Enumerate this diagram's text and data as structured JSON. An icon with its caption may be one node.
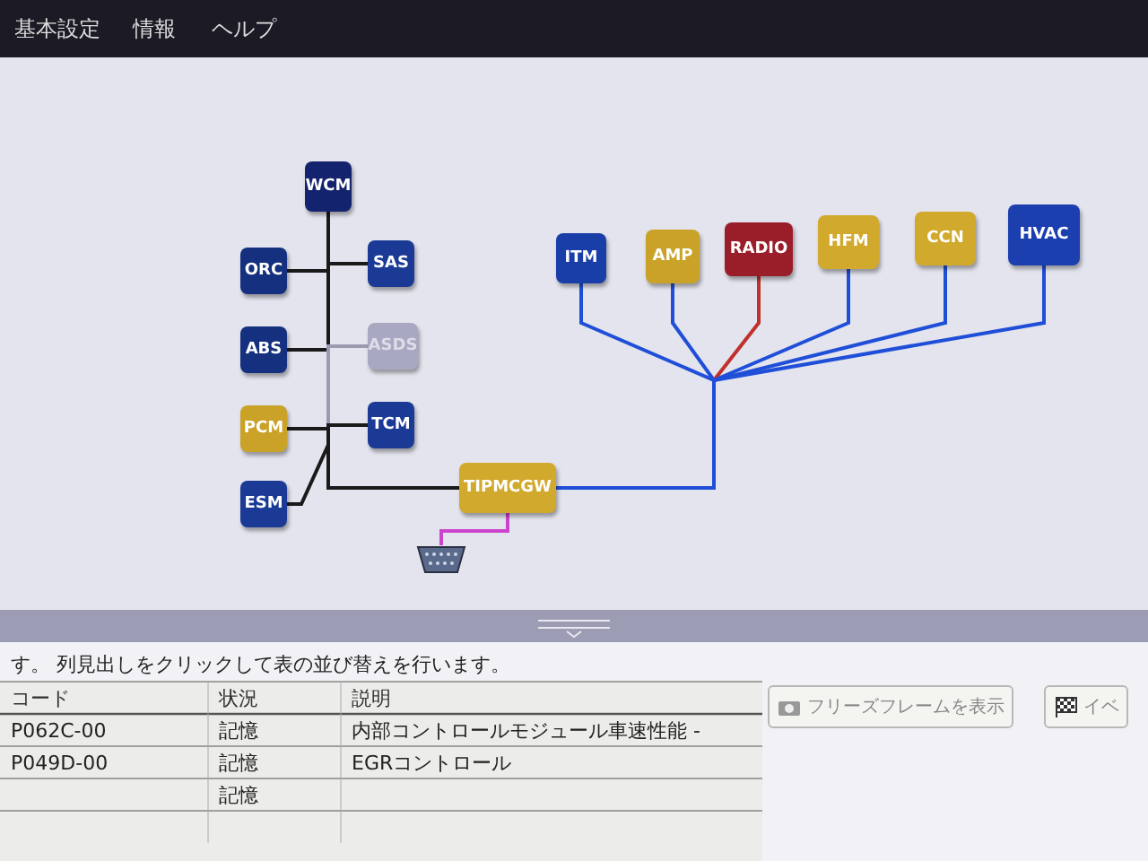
{
  "diagram": {
    "nodes": [
      {
        "text": [
          "WCM"
        ]
      },
      {
        "text": [
          "ORC"
        ]
      },
      {
        "text": [
          "SAS"
        ]
      },
      {
        "text": [
          "ABS"
        ]
      },
      {
        "text": [
          "ASDS"
        ]
      },
      {
        "text": [
          "PCM"
        ]
      },
      {
        "text": [
          "TCM"
        ]
      },
      {
        "text": [
          "ESM"
        ]
      },
      {
        "text": [
          "TIPMCGW"
        ]
      },
      {
        "text": [],
        "shape": "picture"
      },
      {
        "text": [
          "ITM"
        ]
      },
      {
        "text": [
          "AMP"
        ]
      },
      {
        "text": [
          "RADIO"
        ]
      },
      {
        "text": [
          "HFM"
        ]
      },
      {
        "text": [
          "CCN"
        ]
      },
      {
        "text": [
          "HVAC"
        ]
      }
    ],
    "edges": [
      {
        "from": 0,
        "to": 8,
        "arrow": "none"
      },
      {
        "from": 1,
        "to": 8,
        "arrow": "none"
      },
      {
        "from": 2,
        "to": 8,
        "arrow": "none"
      },
      {
        "from": 3,
        "to": 8,
        "arrow": "none"
      },
      {
        "from": 4,
        "to": 8,
        "arrow": "none",
        "color": "#9a9ab0"
      },
      {
        "from": 5,
        "to": 8,
        "arrow": "none"
      },
      {
        "from": 6,
        "to": 8,
        "arrow": "none"
      },
      {
        "from": 7,
        "to": 8,
        "arrow": "none"
      },
      {
        "from": 8,
        "to": 9,
        "arrow": "none",
        "color": "#cc44cc"
      },
      {
        "from": 10,
        "to": 8,
        "arrow": "none",
        "color": "#1f4fd8"
      },
      {
        "from": 11,
        "to": 8,
        "arrow": "none",
        "color": "#1f4fd8"
      },
      {
        "from": 12,
        "to": 8,
        "arrow": "none",
        "color": "#c0302c"
      },
      {
        "from": 13,
        "to": 8,
        "arrow": "none",
        "color": "#1f4fd8"
      },
      {
        "from": 14,
        "to": 8,
        "arrow": "none",
        "color": "#1f4fd8"
      },
      {
        "from": 15,
        "to": 8,
        "arrow": "none",
        "color": "#1f4fd8"
      }
    ],
    "labels": [
      "基本設定",
      "情報",
      "ヘルプ",
      "す。 列見出しをクリックして表の並び替えを行います。",
      "コード",
      "状況",
      "説明",
      "P062C-00",
      "記憶",
      "内部コントロールモジュール車速性能 -",
      "P049D-00",
      "記憶",
      "EGRコントロール",
      "記憶",
      "フリーズフレームを表示",
      "イベ"
    ]
  }
}
